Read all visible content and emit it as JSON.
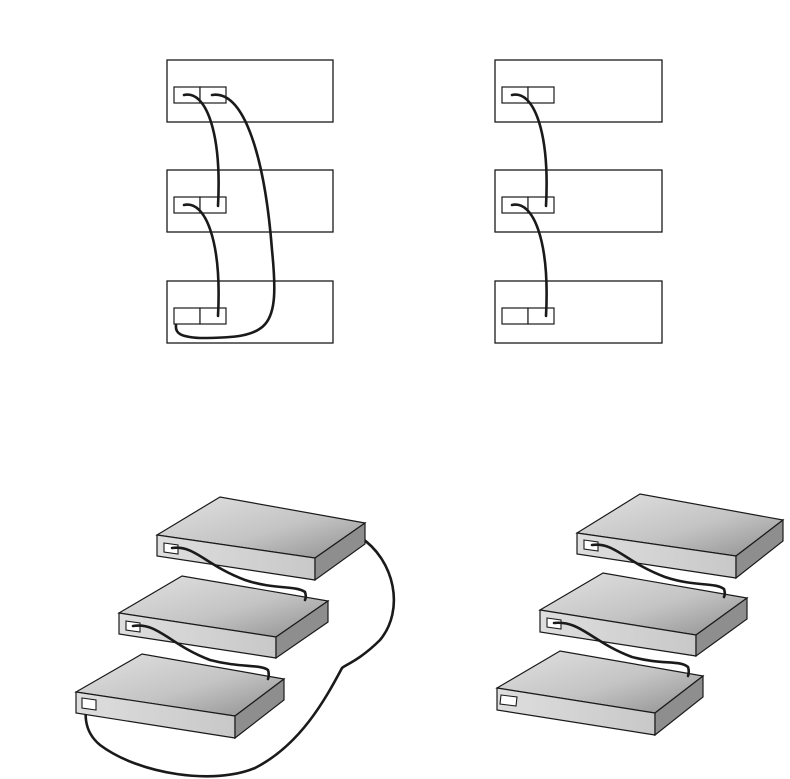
{
  "diagram": {
    "colors": {
      "background": "#ffffff",
      "outline": "#1a1a1a",
      "cable": "#1a1a1a",
      "device_top_light": "#dcdcdc",
      "device_top_dark": "#9a9a9a",
      "device_front": "#d4d4d4",
      "device_side": "#8e8e8e"
    },
    "schematics": [
      {
        "name": "schematic-ring-cabling",
        "units": 3,
        "ports_per_unit": 2
      },
      {
        "name": "schematic-daisy-chain-cabling",
        "units": 3,
        "ports_per_unit": 2
      }
    ],
    "illustrations": [
      {
        "name": "illustration-ring-cabling",
        "units": 3
      },
      {
        "name": "illustration-daisy-chain-cabling",
        "units": 3
      }
    ]
  }
}
